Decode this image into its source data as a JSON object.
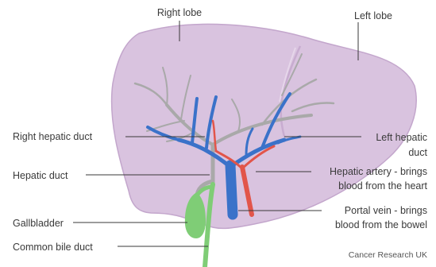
{
  "labels": {
    "right_lobe": "Right lobe",
    "left_lobe": "Left lobe",
    "right_hepatic_duct": "Right hepatic duct",
    "left_hepatic_duct_line1": "Left hepatic",
    "left_hepatic_duct_line2": "duct",
    "hepatic_duct": "Hepatic duct",
    "hepatic_artery_line1": "Hepatic artery - brings",
    "hepatic_artery_line2": "blood from the heart",
    "gallbladder": "Gallbladder",
    "portal_vein_line1": "Portal vein - brings",
    "portal_vein_line2": "blood from the bowel",
    "common_bile_duct": "Common bile duct"
  },
  "credit": "Cancer Research UK",
  "colors": {
    "liver_fill": "#d9c3df",
    "liver_stroke": "#c3a6cc",
    "bile_duct": "#a9a9a9",
    "portal_vein": "#3a72c9",
    "hepatic_artery": "#e2554a",
    "gallbladder": "#7fcd76",
    "leader_line": "#3a3a3a"
  }
}
